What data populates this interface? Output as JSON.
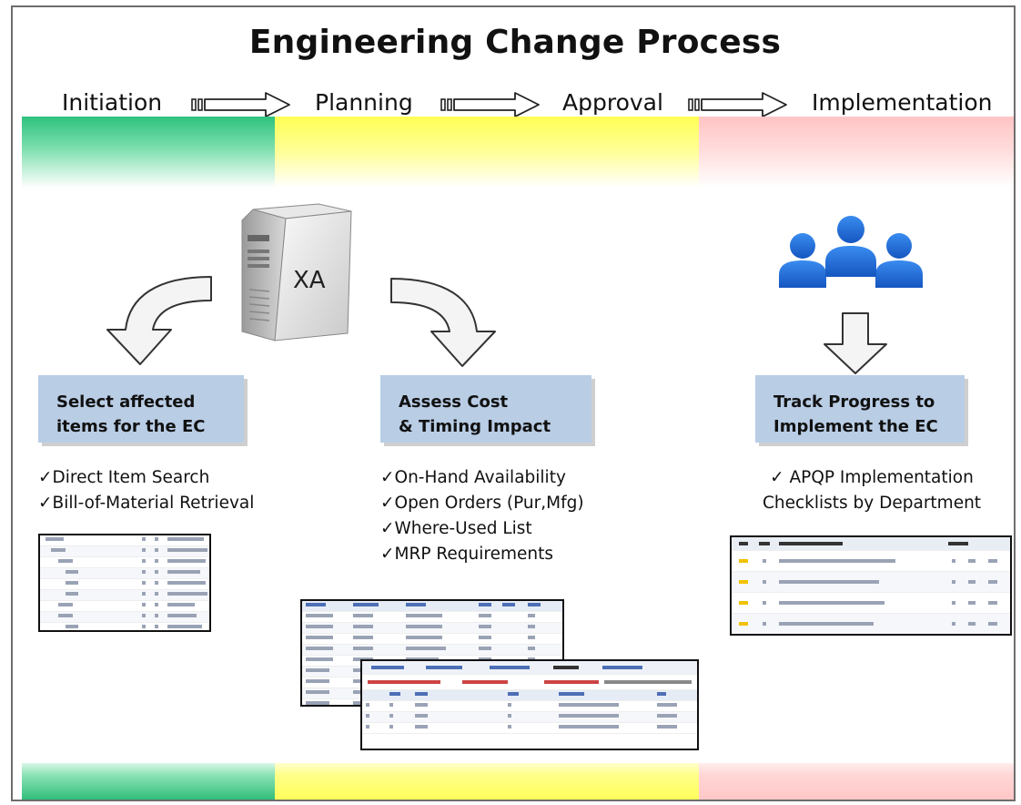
{
  "title": "Engineering Change Process",
  "phases": [
    "Initiation",
    "Planning",
    "Approval",
    "Implementation"
  ],
  "colors": {
    "initiation": "#2ec27e",
    "planning": "#ffff66",
    "implementation": "#ffc8c8",
    "callout": "#b9cde5",
    "people": "#1f6fd8"
  },
  "server_label": "XA",
  "columns": [
    {
      "callout": [
        "Select affected",
        "items for the EC"
      ],
      "checks": [
        "✓Direct Item Search",
        "✓Bill-of-Material Retrieval"
      ]
    },
    {
      "callout": [
        "Assess Cost",
        "& Timing Impact"
      ],
      "checks": [
        "✓On-Hand Availability",
        "✓Open Orders (Pur,Mfg)",
        "✓Where-Used List",
        "✓MRP Requirements"
      ]
    },
    {
      "callout": [
        "Track Progress to",
        "Implement the EC"
      ],
      "checks": [
        "✓ APQP Implementation",
        "Checklists by Department"
      ]
    }
  ],
  "icons": {
    "server": "server-icon",
    "people": "people-icon",
    "curved_arrow_left": "curved-arrow-icon",
    "curved_arrow_right": "curved-arrow-icon",
    "down_arrow": "down-arrow-icon",
    "flow_arrow": "right-arrow-icon"
  }
}
